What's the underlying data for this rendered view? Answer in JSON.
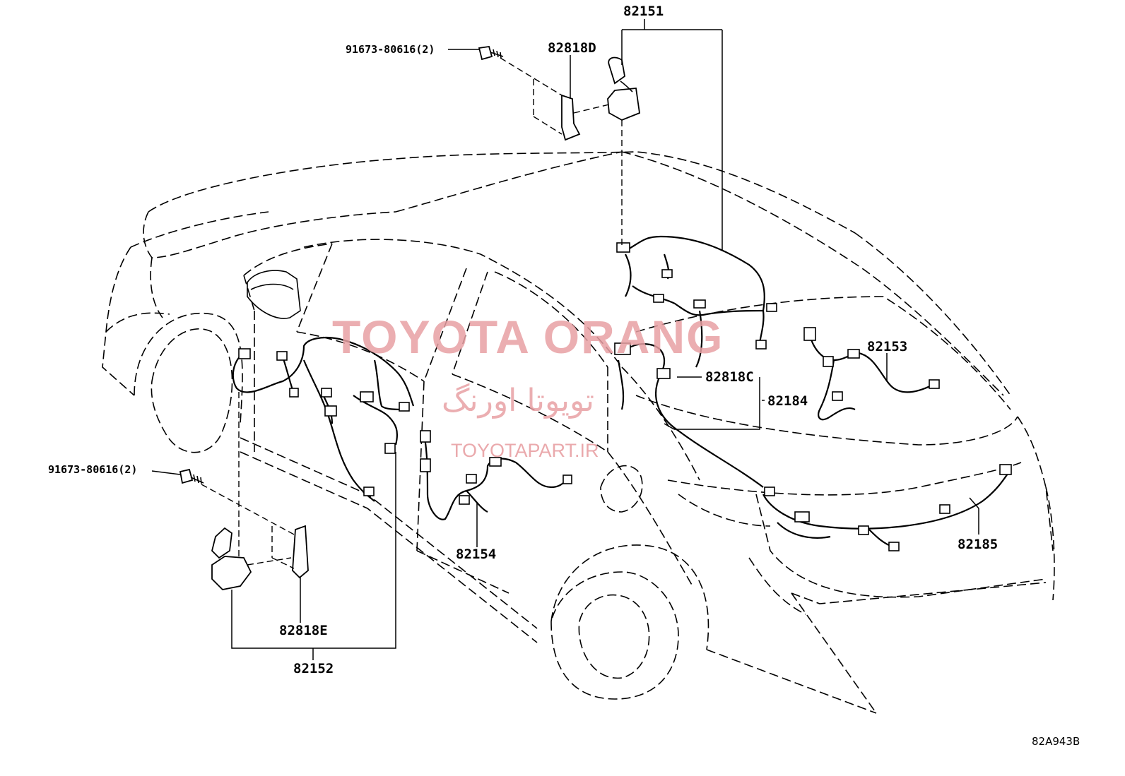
{
  "labels": {
    "p82151": "82151",
    "p82818D": "82818D",
    "bolt_top": "91673-80616(2)",
    "p82153": "82153",
    "p82818C": "82818C",
    "p82184": "82184",
    "p82154": "82154",
    "p82185": "82185",
    "bolt_left": "91673-80616(2)",
    "p82818E": "82818E",
    "p82152": "82152"
  },
  "diagram_code": "82A943B",
  "watermark": {
    "brand": "TOYOTA ORANG",
    "brand_fa": "تویوتا اورنگ",
    "url": "TOYOTAPART.IR"
  }
}
